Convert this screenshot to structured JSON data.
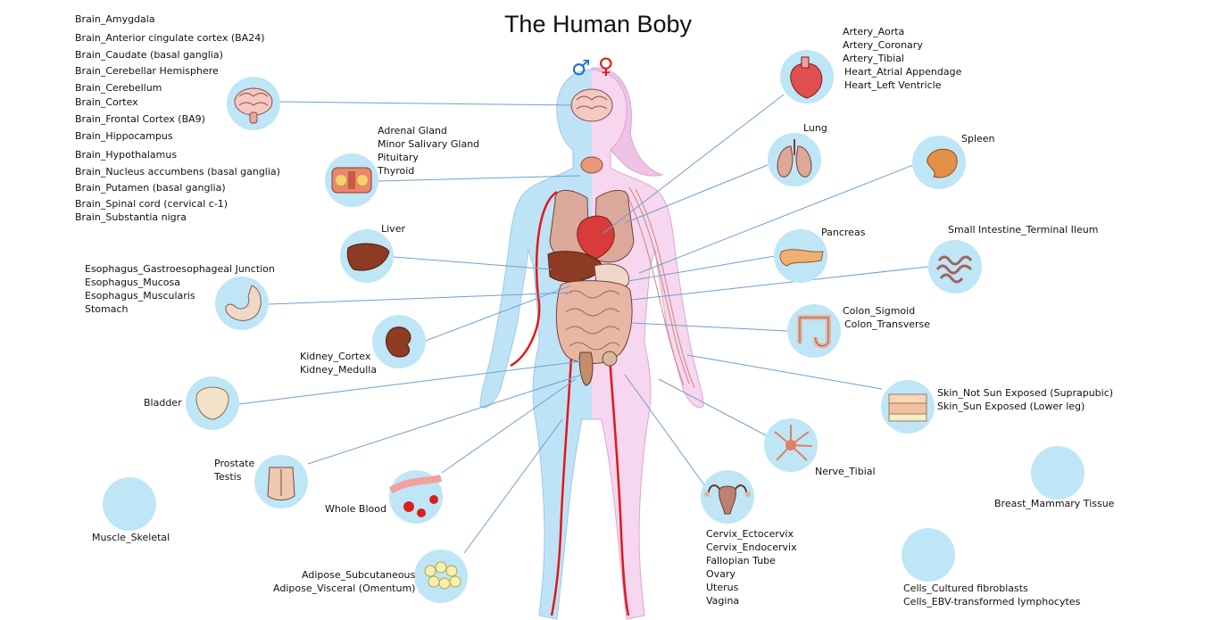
{
  "title": "The Human Boby",
  "symbols": {
    "male": "♂",
    "female": "♀"
  },
  "colors": {
    "male_body": "#bfe3f6",
    "female_body": "#f7d6f0",
    "bubble": "#bfe6f7",
    "leader_line": "#6f9fd0",
    "male_symbol": "#1f6fd1",
    "female_symbol": "#e01818",
    "artery": "#e01818"
  },
  "groups": {
    "brain": [
      "Brain_Amygdala",
      "Brain_Anterior cingulate cortex (BA24)",
      "Brain_Caudate (basal ganglia)",
      "Brain_Cerebellar Hemisphere",
      "Brain_Cerebellum",
      "Brain_Cortex",
      "Brain_Frontal Cortex (BA9)",
      "Brain_Hippocampus",
      "Brain_Hypothalamus",
      "Brain_Nucleus accumbens (basal ganglia)",
      "Brain_Putamen (basal ganglia)",
      "Brain_Spinal cord (cervical c-1)",
      "Brain_Substantia nigra"
    ],
    "glands": [
      "Adrenal Gland",
      "Minor Salivary Gland",
      "Pituitary",
      "Thyroid"
    ],
    "liver": [
      "Liver"
    ],
    "esophagus": [
      "Esophagus_Gastroesophageal Junction",
      "Esophagus_Mucosa",
      "Esophagus_Muscularis",
      "Stomach"
    ],
    "kidney": [
      "Kidney_Cortex",
      "Kidney_Medulla"
    ],
    "bladder": [
      "Bladder"
    ],
    "prostate": [
      "Prostate",
      "Testis"
    ],
    "blood": [
      "Whole Blood"
    ],
    "muscle": [
      "Muscle_Skeletal"
    ],
    "adipose": [
      "Adipose_Subcutaneous",
      "Adipose_Visceral (Omentum)"
    ],
    "artery": [
      "Artery_Aorta",
      "Artery_Coronary",
      "Artery_Tibial",
      "Heart_Atrial Appendage",
      "Heart_Left Ventricle"
    ],
    "lung": [
      "Lung"
    ],
    "spleen": [
      "Spleen"
    ],
    "pancreas": [
      "Pancreas"
    ],
    "intestine": [
      "Small Intestine_Terminal Ileum"
    ],
    "colon": [
      "Colon_Sigmoid",
      "Colon_Transverse"
    ],
    "skin": [
      "Skin_Not Sun Exposed (Suprapubic)",
      "Skin_Sun Exposed (Lower leg)"
    ],
    "nerve": [
      "Nerve_Tibial"
    ],
    "female": [
      "Cervix_Ectocervix",
      "Cervix_Endocervix",
      "Fallopian Tube",
      "Ovary",
      "Uterus",
      "Vagina"
    ],
    "breast": [
      "Breast_Mammary Tissue"
    ],
    "cells": [
      "Cells_Cultured fibroblasts",
      "Cells_EBV-transformed lymphocytes"
    ]
  },
  "icons": {
    "brain": "brain-icon",
    "glands": "thyroid-gland-icon",
    "liver": "liver-icon",
    "esophagus": "stomach-icon",
    "kidney": "kidney-icon",
    "bladder": "bladder-icon",
    "prostate": "prostate-icon",
    "blood": "blood-cells-icon",
    "muscle": "empty-bubble-icon",
    "adipose": "fat-cells-icon",
    "artery": "heart-icon",
    "lung": "lung-icon",
    "spleen": "spleen-icon",
    "pancreas": "pancreas-icon",
    "intestine": "small-intestine-icon",
    "colon": "colon-icon",
    "skin": "skin-layers-icon",
    "nerve": "neuron-icon",
    "female": "uterus-icon",
    "breast": "empty-bubble-icon",
    "cells": "empty-bubble-icon"
  }
}
